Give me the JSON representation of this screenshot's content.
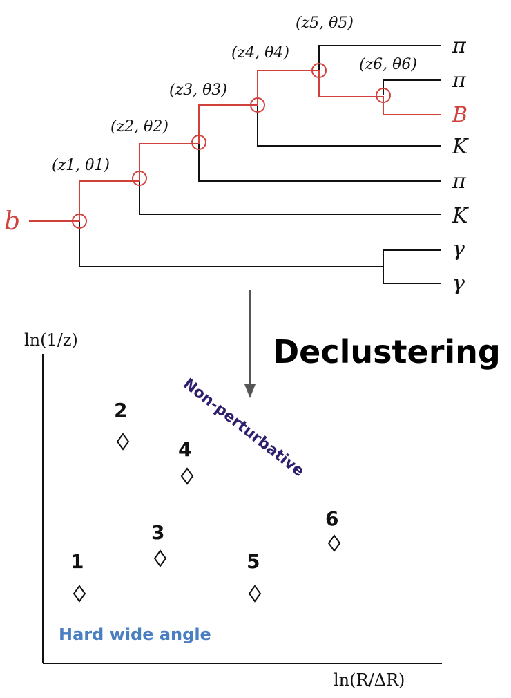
{
  "tree": {
    "initial_particle": "b",
    "nodes": [
      "(z1, θ1)",
      "(z2, θ2)",
      "(z3, θ3)",
      "(z4, θ4)",
      "(z5, θ5)",
      "(z6, θ6)"
    ],
    "final_particles": [
      "π",
      "π",
      "B",
      "K",
      "π",
      "K",
      "γ",
      "γ"
    ]
  },
  "declustering_label": "Declustering",
  "plane": {
    "y_axis_label": "ln(1/z)",
    "x_axis_label": "ln(R/ΔR)",
    "region_nonperturbative": "Non-perturbative",
    "region_hard_wide_angle": "Hard wide angle",
    "points": [
      {
        "label": "1"
      },
      {
        "label": "2"
      },
      {
        "label": "3"
      },
      {
        "label": "4"
      },
      {
        "label": "5"
      },
      {
        "label": "6"
      }
    ]
  },
  "colors": {
    "b_quark_path": "#d0413c",
    "branches": "#111111",
    "arrow": "#555555",
    "nonperturbative_text": "#2f1d6e",
    "hard_wide_angle_text": "#4a7fc1"
  }
}
